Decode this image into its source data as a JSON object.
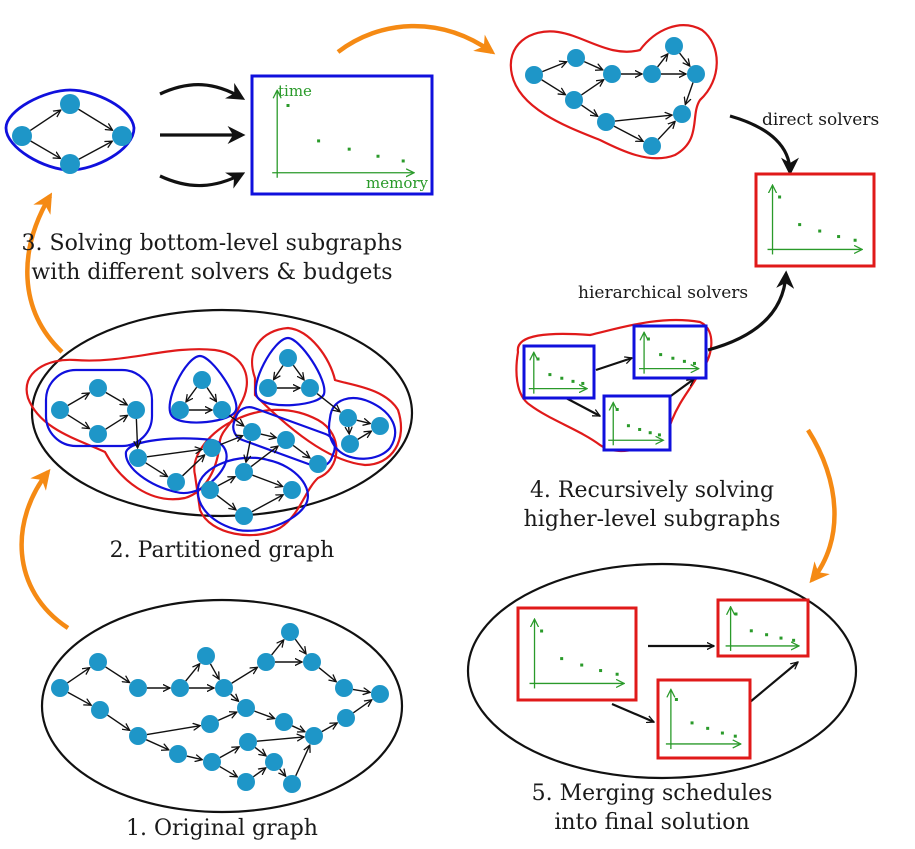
{
  "colors": {
    "node": "#1e96c8",
    "edge": "#111111",
    "blue_group": "#1010dd",
    "red_group": "#e01a1a",
    "flow_arrow": "#f58a14",
    "plot": "#2a9a2a"
  },
  "steps": {
    "original": "1. Original graph",
    "partitioned": "2. Partitioned graph",
    "bottom_level_line1": "3. Solving bottom-level subgraphs",
    "bottom_level_line2": "with different solvers & budgets",
    "higher_level_line1": "4. Recursively solving",
    "higher_level_line2": "higher-level subgraphs",
    "merging_line1": "5. Merging schedules",
    "merging_line2": "into final solution"
  },
  "plot_axes": {
    "y_label": "time",
    "x_label": "memory"
  },
  "solver_labels": {
    "direct": "direct solvers",
    "hierarchical": "hierarchical solvers"
  }
}
